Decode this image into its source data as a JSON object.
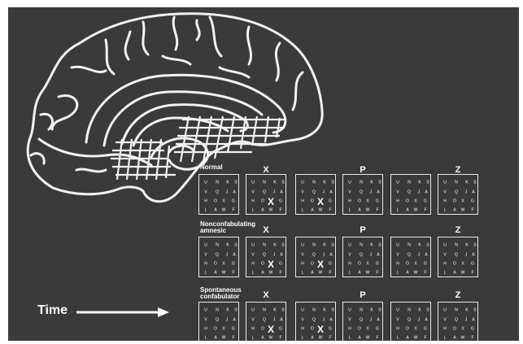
{
  "groups": [
    {
      "label": "Normal",
      "panels": [
        {
          "dots": false,
          "bold": [],
          "visible": [
            "U",
            "N",
            "K",
            "S",
            "V",
            "Q",
            "J",
            "A",
            "H",
            "O",
            "X",
            "G",
            "L",
            "A",
            "W",
            "F"
          ]
        },
        {
          "dots": false,
          "bold": [
            "X"
          ],
          "visible": [
            "U",
            "N",
            "K",
            "S",
            "V",
            "Q",
            "J",
            "A",
            "H",
            "O",
            "X",
            "G",
            "L",
            "A",
            "W",
            "F"
          ]
        },
        {
          "dots": false,
          "bold": [
            "X"
          ],
          "visible": [
            "U",
            "N",
            "K",
            "S",
            "V",
            "Q",
            "J",
            "A",
            "H",
            "O",
            "X",
            "G",
            "L",
            "A",
            "W",
            "F"
          ]
        },
        {
          "dots": false,
          "bold": [
            "P"
          ],
          "visible": [
            "U",
            "N",
            "K",
            "S",
            "V",
            "Q",
            "J",
            "A",
            "H",
            "O",
            "X",
            "G",
            "L",
            "A",
            "W",
            "F"
          ]
        },
        {
          "dots": false,
          "bold": [
            "P"
          ],
          "visible": [
            "U",
            "N",
            "K",
            "S",
            "V",
            "Q",
            "J",
            "A",
            "H",
            "O",
            "X",
            "G",
            "L",
            "A",
            "W",
            "F"
          ]
        },
        {
          "dots": false,
          "bold": [
            "Z"
          ],
          "visible": [
            "U",
            "N",
            "K",
            "S",
            "V",
            "Q",
            "J",
            "A",
            "H",
            "O",
            "X",
            "G",
            "L",
            "A",
            "W",
            "F"
          ]
        }
      ]
    },
    {
      "label": "Nonconfabulating amnesic",
      "panels": [
        {
          "dots": false,
          "bold": [],
          "visible": [
            "U",
            "N",
            "K",
            "S",
            "V",
            "Q",
            "J",
            "A",
            "H",
            "O",
            "X",
            "G",
            "L",
            "A",
            "W",
            "F"
          ]
        },
        {
          "dots": false,
          "bold": [
            "X"
          ],
          "visible": [
            "U",
            "N",
            "K",
            "S",
            "V",
            "Q",
            "J",
            "A",
            "H",
            "O",
            "X",
            "G",
            "L",
            "A",
            "W",
            "F"
          ]
        },
        {
          "dots": false,
          "bold": [
            "X"
          ],
          "visible": [
            "U",
            "N",
            "K",
            "S",
            "V",
            "Q",
            "J",
            "A",
            "H",
            "O",
            "X",
            "G",
            "L",
            "A",
            "W",
            "F"
          ]
        },
        {
          "dots": false,
          "bold": [
            "P"
          ],
          "visible": [
            "U",
            "N",
            "K",
            "S",
            "V",
            "Q",
            "J",
            "A",
            "H",
            "O",
            "X",
            "G",
            "L",
            "A",
            "W",
            "F"
          ]
        },
        {
          "dots": false,
          "bold": [
            "P"
          ],
          "visible": [
            "U",
            "N",
            "K",
            "S",
            "V",
            "Q",
            "J",
            "A",
            "H",
            "O",
            "X",
            "G",
            "L",
            "A",
            "W",
            "F"
          ]
        },
        {
          "dots": false,
          "bold": [
            "Z"
          ],
          "visible": [
            "U",
            "N",
            "K",
            "S",
            "V",
            "Q",
            "J",
            "A",
            "H",
            "O",
            "X",
            "G",
            "L",
            "A",
            "W",
            "F"
          ]
        }
      ]
    },
    {
      "label": "Spontaneous confabulator",
      "panels": [
        {
          "dots": false,
          "bold": [],
          "visible": [
            "U",
            "N",
            "K",
            "S",
            "V",
            "Q",
            "J",
            "A",
            "H",
            "O",
            "X",
            "G",
            "L",
            "A",
            "W",
            "F"
          ]
        },
        {
          "dots": false,
          "bold": [
            "X"
          ],
          "visible": [
            "U",
            "N",
            "K",
            "S",
            "V",
            "Q",
            "J",
            "A",
            "H",
            "O",
            "X",
            "G",
            "L",
            "A",
            "W",
            "F"
          ]
        },
        {
          "dots": false,
          "bold": [
            "X"
          ],
          "visible": [
            "U",
            "N",
            "K",
            "S",
            "V",
            "Q",
            "J",
            "A",
            "H",
            "O",
            "X",
            "G",
            "L",
            "A",
            "W",
            "F"
          ]
        },
        {
          "dots": false,
          "bold": [
            "P"
          ],
          "visible": [
            "U",
            "N",
            "K",
            "S",
            "V",
            "Q",
            "J",
            "A",
            "H",
            "O",
            "X",
            "G",
            "L",
            "A",
            "W",
            "F"
          ]
        },
        {
          "dots": false,
          "bold": [
            "P"
          ],
          "visible": [
            "U",
            "N",
            "K",
            "S",
            "V",
            "Q",
            "J",
            "A",
            "H",
            "O",
            "X",
            "G",
            "L",
            "A",
            "W",
            "F"
          ]
        },
        {
          "dots": false,
          "bold": [
            "Z"
          ],
          "visible": [
            "U",
            "N",
            "K",
            "S",
            "V",
            "Q",
            "J",
            "A",
            "H",
            "O",
            "X",
            "G",
            "L",
            "A",
            "W",
            "F"
          ]
        }
      ]
    }
  ],
  "column_headers": [
    "",
    "X",
    "",
    "P",
    "",
    "Z"
  ],
  "grid_letters": [
    "U",
    "N",
    "K",
    "S",
    "V",
    "Q",
    "J",
    "A",
    "H",
    "O",
    "X",
    "G",
    "L",
    "A",
    "W",
    "F"
  ],
  "time_label": "Time"
}
